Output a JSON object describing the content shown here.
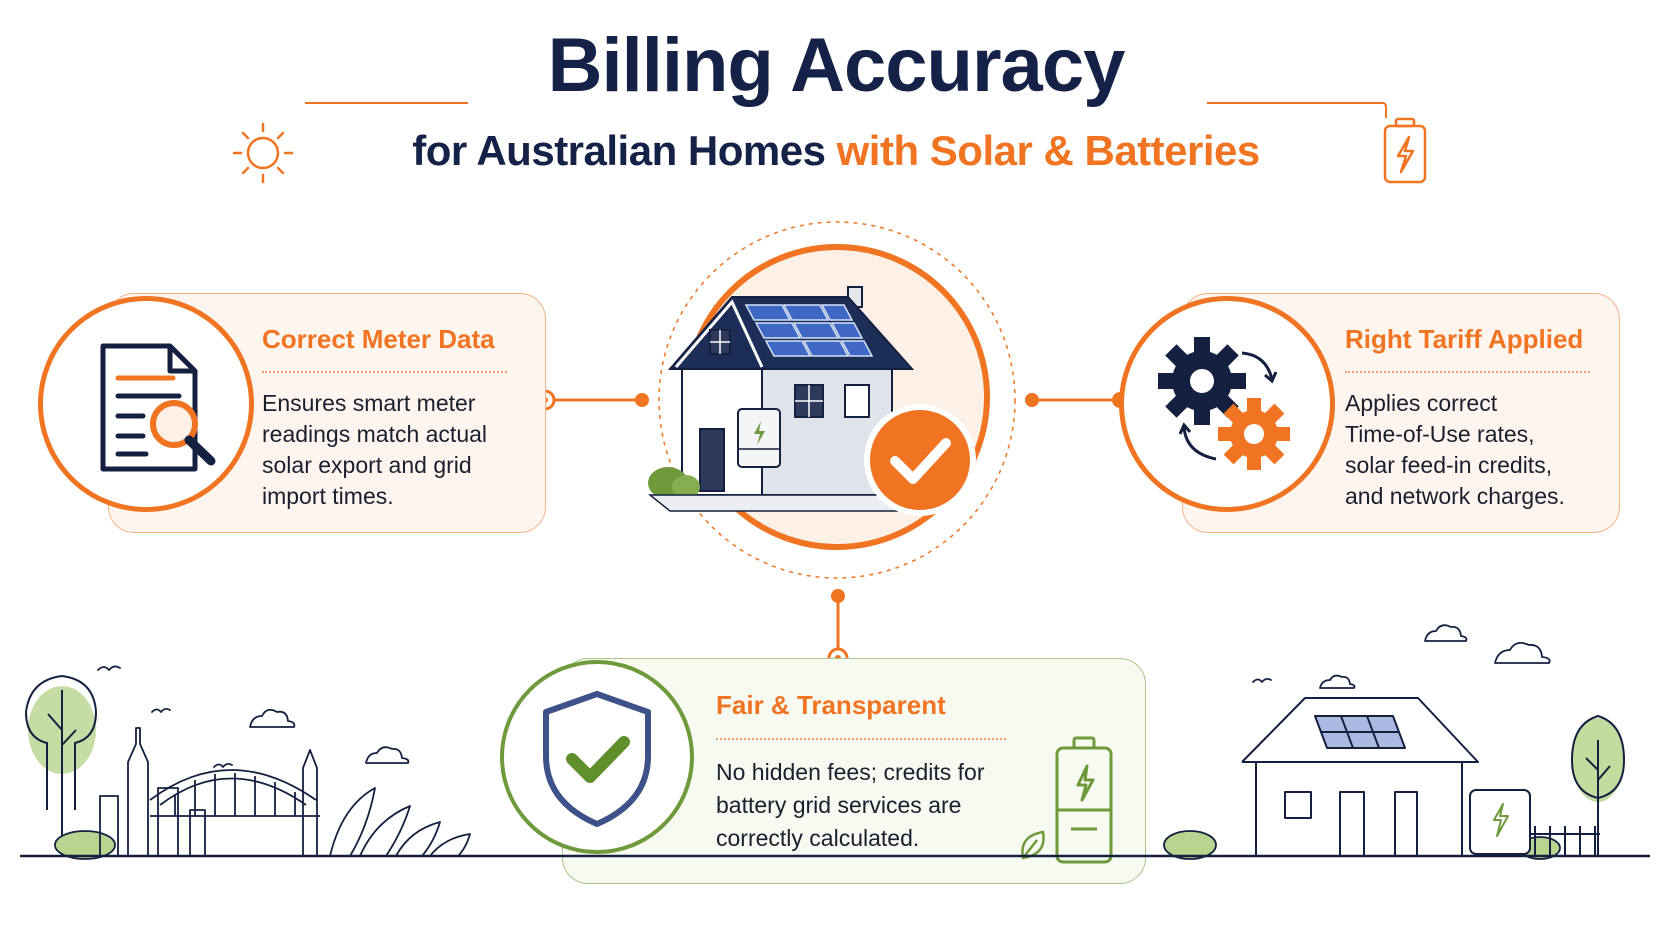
{
  "header": {
    "title": "Billing Accuracy",
    "subtitle_main": "for Australian Homes",
    "subtitle_accent": "with Solar & Batteries"
  },
  "cards": {
    "meter": {
      "title": "Correct Meter Data",
      "lines": [
        "Ensures smart meter",
        "readings match actual",
        "solar export and grid",
        "import times."
      ]
    },
    "tariff": {
      "title": "Right Tariff Applied",
      "lines": [
        "Applies correct",
        "Time-of-Use rates,",
        "solar feed-in credits,",
        "and network charges."
      ]
    },
    "fair": {
      "title": "Fair & Transparent",
      "lines": [
        "No hidden fees; credits for",
        "battery grid services are",
        "correctly calculated."
      ]
    }
  },
  "colors": {
    "navy": "#132246",
    "orange": "#f07421",
    "green": "#6e9a3c",
    "light_orange_bg": "#fff5ef",
    "light_green_bg": "#f7faf1"
  },
  "icons": [
    "sun-icon",
    "battery-icon",
    "document-magnifier-icon",
    "gears-icon",
    "shield-check-icon",
    "house-solar-icon",
    "check-badge-icon",
    "leaf-icon"
  ]
}
